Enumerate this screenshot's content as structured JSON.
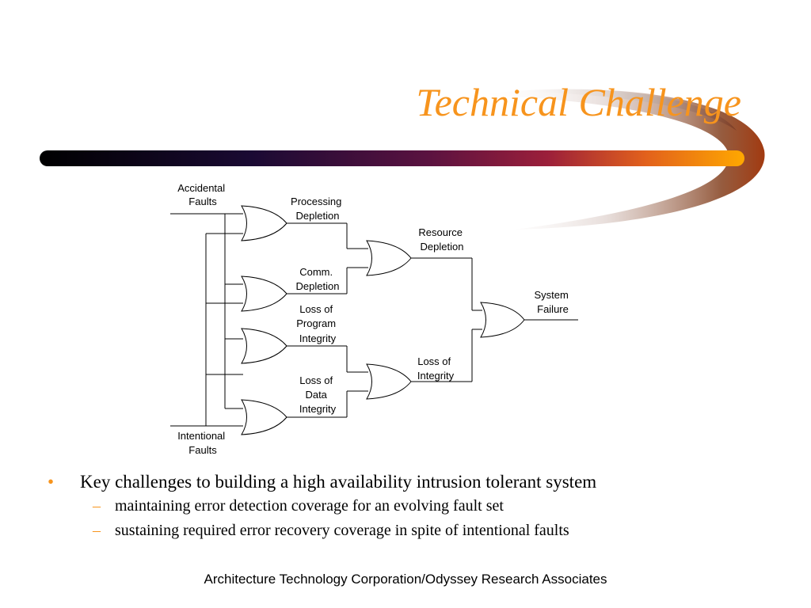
{
  "slide": {
    "title": "Technical Challenge",
    "footer": "Architecture Technology Corporation/Odyssey Research Associates"
  },
  "diagram": {
    "inputs": {
      "accidental": [
        "Accidental",
        "Faults"
      ],
      "intentional": [
        "Intentional",
        "Faults"
      ]
    },
    "gates": {
      "processing": [
        "Processing",
        "Depletion"
      ],
      "comm": [
        "Comm.",
        "Depletion"
      ],
      "program": [
        "Loss of",
        "Program",
        "Integrity"
      ],
      "data": [
        "Loss of",
        "Data",
        "Integrity"
      ],
      "resource": [
        "Resource",
        "Depletion"
      ],
      "integrity": [
        "Loss of",
        "Integrity"
      ],
      "system": [
        "System",
        "Failure"
      ]
    }
  },
  "bullets": {
    "main": "Key challenges to building a high availability intrusion tolerant system",
    "subs": [
      "maintaining error detection coverage for an evolving fault set",
      "sustaining required error recovery coverage in spite of intentional faults"
    ],
    "main_marker": "•",
    "sub_marker": "–"
  },
  "colors": {
    "accent": "#f7941d",
    "bar_start": "#000000",
    "bar_mid": "#8b1a3c",
    "bar_end": "#ff9a00"
  }
}
